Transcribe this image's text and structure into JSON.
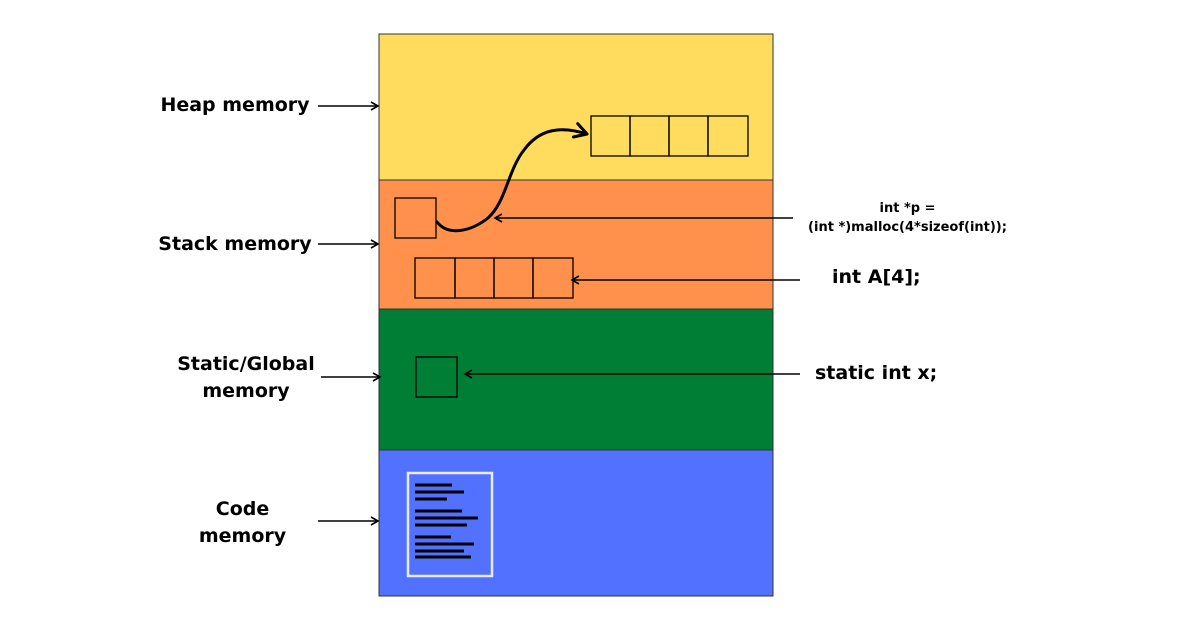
{
  "regions": {
    "heap": {
      "label_line1": "Heap memory",
      "color": "#FFDC5E"
    },
    "stack": {
      "label_line1": "Stack memory",
      "color": "#FF914D"
    },
    "static": {
      "label_line1": "Static/Global",
      "label_line2": "memory",
      "color": "#007E35"
    },
    "code": {
      "label_line1": "Code",
      "label_line2": "memory",
      "color": "#5271FF"
    }
  },
  "annotations": {
    "malloc_line1": "int *p =",
    "malloc_line2": "(int *)malloc(4*sizeof(int));",
    "array_decl": "int A[4];",
    "static_decl": "static int x;"
  },
  "cells": {
    "heap_array_count": 4,
    "stack_array_count": 4
  },
  "code_document": {
    "icon": "source-code-document-icon",
    "line_groups": [
      3,
      3,
      4
    ]
  }
}
